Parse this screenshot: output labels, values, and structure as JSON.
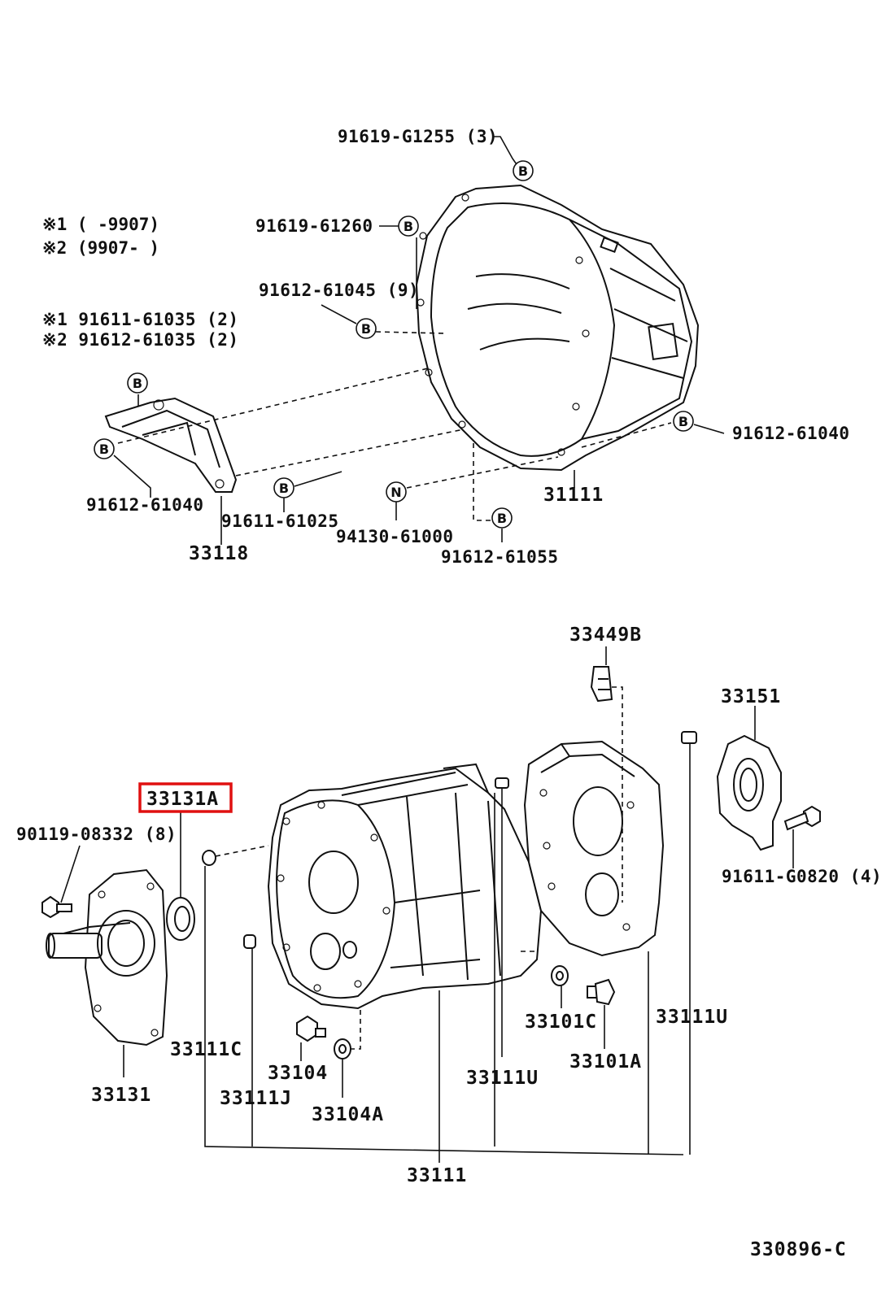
{
  "diagram_id": "330896-C",
  "notes": {
    "note1": "※1 (      -9907)",
    "note2": "※2 (9907-      )"
  },
  "bolt_variants": {
    "v1": "※1 91611-61035 (2)",
    "v2": "※2 91612-61035 (2)"
  },
  "callout_letters": {
    "b": "B",
    "n": "N"
  },
  "upper_labels": {
    "g1255": "91619-G1255 (3)",
    "p61260": "91619-61260",
    "p61045": "91612-61045 (9)",
    "p61040_right": "91612-61040",
    "p61040_left": "91612-61040",
    "p61025": "91611-61025",
    "p94130": "94130-61000",
    "p61055": "91612-61055",
    "housing": "31111",
    "bracket": "33118"
  },
  "lower_labels": {
    "p33449b": "33449B",
    "p33151": "33151",
    "p33131a": "33131A",
    "p90119": "90119-08332 (8)",
    "g0820": "91611-G0820 (4)",
    "p33101c": "33101C",
    "p33111u_right": "33111U",
    "p33111c": "33111C",
    "p33104": "33104",
    "p33101a": "33101A",
    "p33111u_mid": "33111U",
    "p33131": "33131",
    "p33111j": "33111J",
    "p33104a": "33104A",
    "p33111": "33111"
  },
  "highlight": {
    "part": "33131A",
    "color": "#e01010"
  }
}
